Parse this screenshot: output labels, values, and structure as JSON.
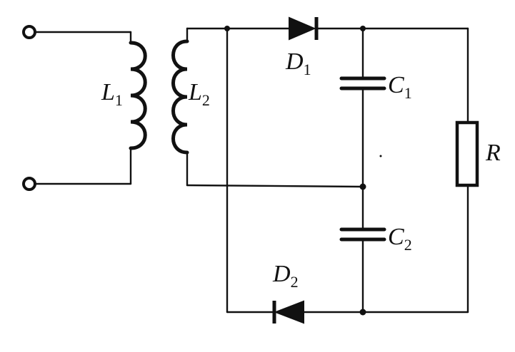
{
  "labels": {
    "l1": {
      "main": "L",
      "sub": "1"
    },
    "l2": {
      "main": "L",
      "sub": "2"
    },
    "d1": {
      "main": "D",
      "sub": "1"
    },
    "d2": {
      "main": "D",
      "sub": "2"
    },
    "c1": {
      "main": "C",
      "sub": "1"
    },
    "c2": {
      "main": "C",
      "sub": "2"
    },
    "r": {
      "main": "R"
    }
  }
}
